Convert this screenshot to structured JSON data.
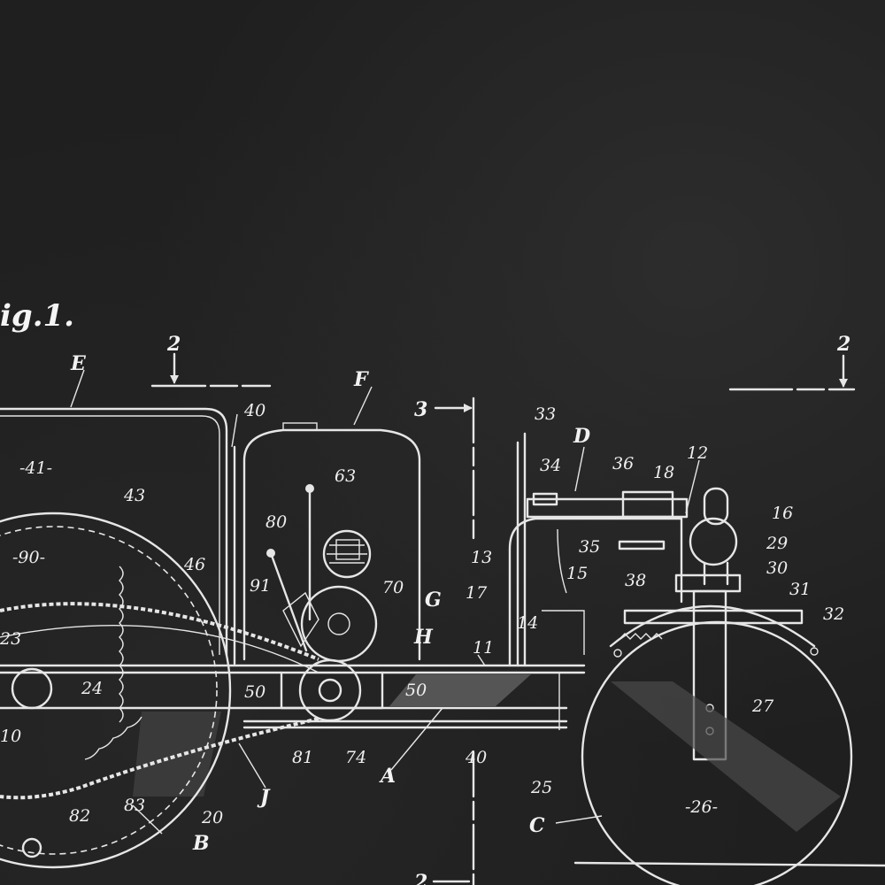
{
  "figure": {
    "title": "ig.1.",
    "section_marks": {
      "left": "2",
      "right": "2",
      "vertical": "3",
      "bottom": "2"
    },
    "labels": [
      {
        "id": "E",
        "text": "E"
      },
      {
        "id": "F",
        "text": "F"
      },
      {
        "id": "D",
        "text": "D"
      },
      {
        "id": "A",
        "text": "A"
      },
      {
        "id": "B",
        "text": "B"
      },
      {
        "id": "C",
        "text": "C"
      },
      {
        "id": "G",
        "text": "G"
      },
      {
        "id": "H",
        "text": "H"
      },
      {
        "id": "J",
        "text": "J"
      },
      {
        "id": "n41",
        "text": "-41-"
      },
      {
        "id": "n43",
        "text": "43"
      },
      {
        "id": "n90",
        "text": "-90-"
      },
      {
        "id": "n46a",
        "text": "46"
      },
      {
        "id": "n91",
        "text": "91"
      },
      {
        "id": "n80",
        "text": "80"
      },
      {
        "id": "n63",
        "text": "63"
      },
      {
        "id": "n70",
        "text": "70"
      },
      {
        "id": "n40a",
        "text": "40"
      },
      {
        "id": "n40b",
        "text": "40"
      },
      {
        "id": "n33",
        "text": "33"
      },
      {
        "id": "n34",
        "text": "34"
      },
      {
        "id": "n36",
        "text": "36"
      },
      {
        "id": "n18",
        "text": "18"
      },
      {
        "id": "n12",
        "text": "12"
      },
      {
        "id": "n16",
        "text": "16"
      },
      {
        "id": "n29",
        "text": "29"
      },
      {
        "id": "n30",
        "text": "30"
      },
      {
        "id": "n35",
        "text": "35"
      },
      {
        "id": "n38",
        "text": "38"
      },
      {
        "id": "n13",
        "text": "13"
      },
      {
        "id": "n15",
        "text": "15"
      },
      {
        "id": "n17",
        "text": "17"
      },
      {
        "id": "n14",
        "text": "14"
      },
      {
        "id": "n31",
        "text": "31"
      },
      {
        "id": "n32",
        "text": "32"
      },
      {
        "id": "n11",
        "text": "11"
      },
      {
        "id": "n24",
        "text": "24"
      },
      {
        "id": "n23",
        "text": "23"
      },
      {
        "id": "n50a",
        "text": "50"
      },
      {
        "id": "n50b",
        "text": "50"
      },
      {
        "id": "n27",
        "text": "27"
      },
      {
        "id": "n81",
        "text": "81"
      },
      {
        "id": "n74",
        "text": "74"
      },
      {
        "id": "n82",
        "text": "82"
      },
      {
        "id": "n83",
        "text": "83"
      },
      {
        "id": "n20",
        "text": "20"
      },
      {
        "id": "n25",
        "text": "25"
      },
      {
        "id": "n26",
        "text": "-26-"
      },
      {
        "id": "n10",
        "text": "10"
      }
    ]
  }
}
